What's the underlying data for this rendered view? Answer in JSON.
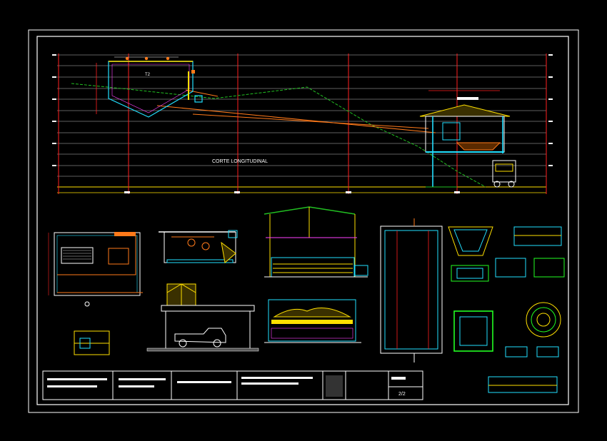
{
  "drawing": {
    "section_title": "CORTE LONGITUDINAL",
    "tank_label": "T2",
    "sheet_number": "2/2",
    "colors": {
      "background": "#000000",
      "frame": "#ffffff",
      "grid": "#ffffff",
      "axis": "#ff2020",
      "ground_profile": "#22c022",
      "pipe": "#ff7a1a",
      "structure_cyan": "#22e0ff",
      "structure_yellow": "#ffe000",
      "green": "#22ff22",
      "magenta": "#ff40ff"
    }
  }
}
